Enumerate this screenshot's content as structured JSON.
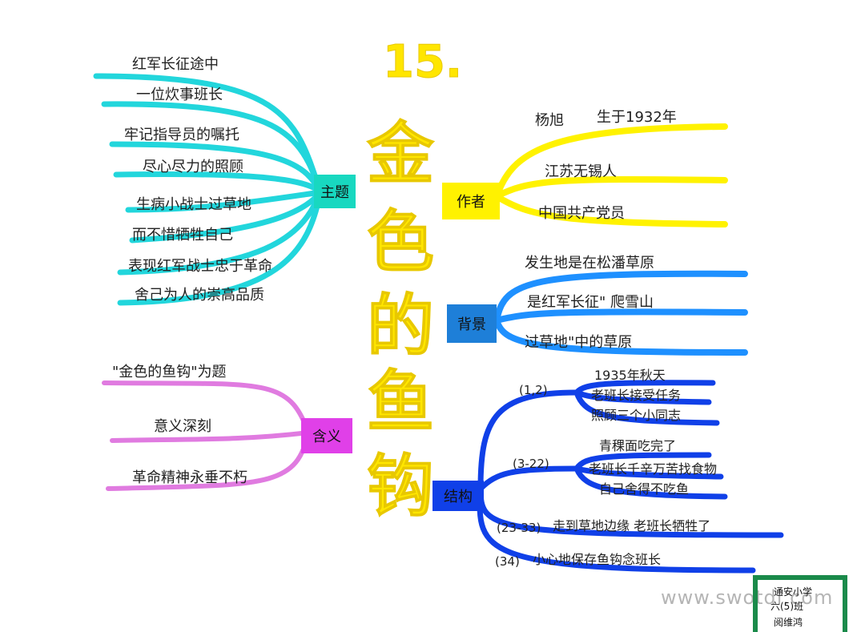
{
  "title": {
    "number": "15.",
    "chars": [
      "金",
      "色",
      "的",
      "鱼",
      "钩"
    ]
  },
  "colors": {
    "theme": "#22d6dc",
    "author": "#fff200",
    "background": "#1e90ff",
    "structure": "#1040e8",
    "meaning": "#e07be0",
    "meaning_box": "#e040e8",
    "title": "#ffe600"
  },
  "theme": {
    "label": "主题",
    "items": [
      "红军长征途中",
      "一位炊事班长",
      "牢记指导员的嘱托",
      "尽心尽力的照顾",
      "生病小战士过草地",
      "而不惜牺牲自己",
      "表现红军战士忠于革命",
      "舍己为人的崇高品质"
    ]
  },
  "author": {
    "label": "作者",
    "items": [
      "杨旭",
      "生于1932年",
      "江苏无锡人",
      "中国共产党员"
    ]
  },
  "background": {
    "label": "背景",
    "items": [
      "发生地是在松潘草原",
      "是红军长征\" 爬雪山",
      "过草地\"中的草原"
    ]
  },
  "meaning": {
    "label": "含义",
    "items": [
      "\"金色的鱼钩\"为题",
      "意义深刻",
      "革命精神永垂不朽"
    ]
  },
  "structure": {
    "label": "结构",
    "groups": [
      {
        "range": "(1,2)",
        "items": [
          "1935年秋天",
          "老班长接受任务",
          "照顾三个小同志"
        ]
      },
      {
        "range": "(3-22)",
        "items": [
          "青稞面吃完了",
          "老班长千辛万苦找食物",
          "自己舍得不吃鱼"
        ]
      },
      {
        "range": "(23-33)",
        "items": [
          "走到草地边缘 老班长牺牲了"
        ]
      },
      {
        "range": "(34)",
        "items": [
          "小心地保存鱼钩念班长"
        ]
      }
    ]
  },
  "watermark": "www.swotdi.com",
  "stamp": {
    "lines": [
      "通安小学",
      "六(5)班",
      "阅维鸿"
    ]
  }
}
